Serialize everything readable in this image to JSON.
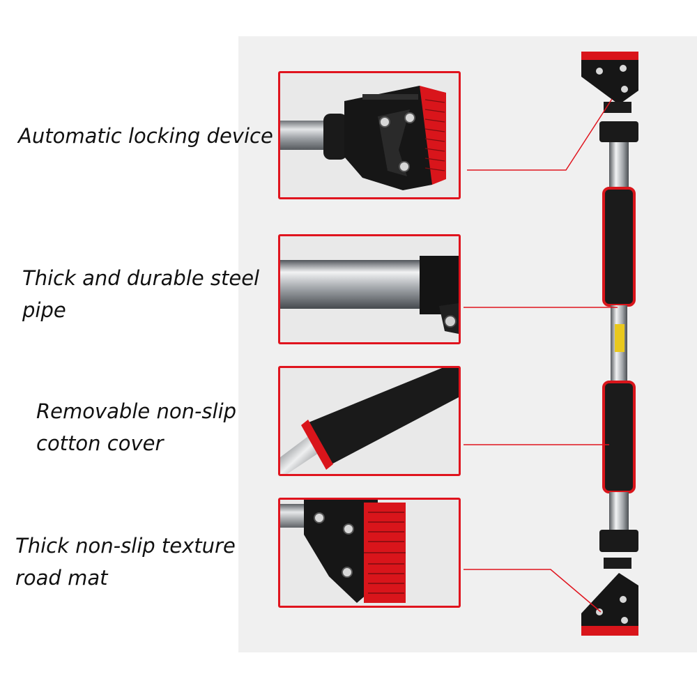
{
  "labels": {
    "locking": "Automatic locking device",
    "pipe_line1": "Thick and durable steel",
    "pipe_line2": "pipe",
    "cover_line1": "Removable non-slip",
    "cover_line2": "cotton cover",
    "mat_line1": "Thick non-slip texture",
    "mat_line2": "road mat"
  },
  "colors": {
    "accent_red": "#e0141e",
    "foam_black": "#1b1b1b",
    "steel": "#b9bcc0",
    "panel_bg": "#f0f0f0"
  },
  "icons": {
    "locking": "lock-bracket-icon",
    "pipe": "steel-pipe-icon",
    "cover": "foam-grip-icon",
    "mat": "rubber-pad-icon"
  }
}
